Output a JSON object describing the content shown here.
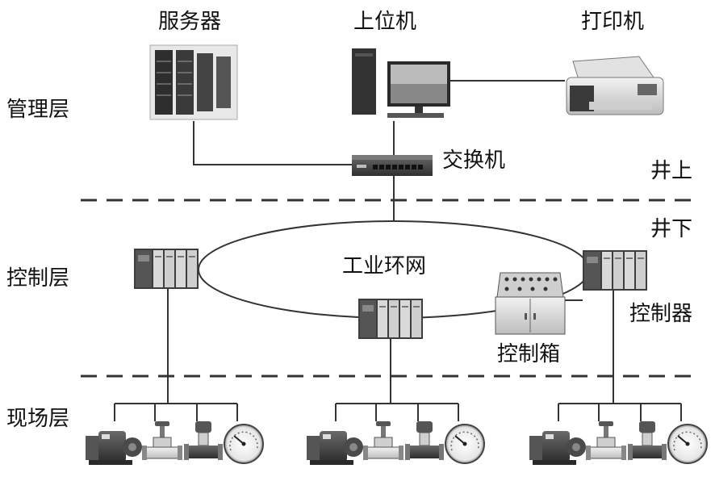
{
  "layers": {
    "management": "管理层",
    "control": "控制层",
    "field": "现场层"
  },
  "zones": {
    "above_ground": "井上",
    "underground": "井下"
  },
  "devices": {
    "server": "服务器",
    "host_computer": "上位机",
    "printer": "打印机",
    "switch": "交换机",
    "ring_network": "工业环网",
    "control_box": "控制箱",
    "controller": "控制器"
  },
  "colors": {
    "line": "#333333",
    "device_dark": "#4a4a4a",
    "device_light": "#d8d8d8"
  },
  "icons": [
    "server-rack-icon",
    "desktop-computer-icon",
    "printer-icon",
    "network-switch-icon",
    "plc-controller-icon",
    "control-cabinet-icon",
    "pump-icon",
    "valve-icon",
    "flow-meter-icon",
    "pressure-gauge-icon"
  ]
}
